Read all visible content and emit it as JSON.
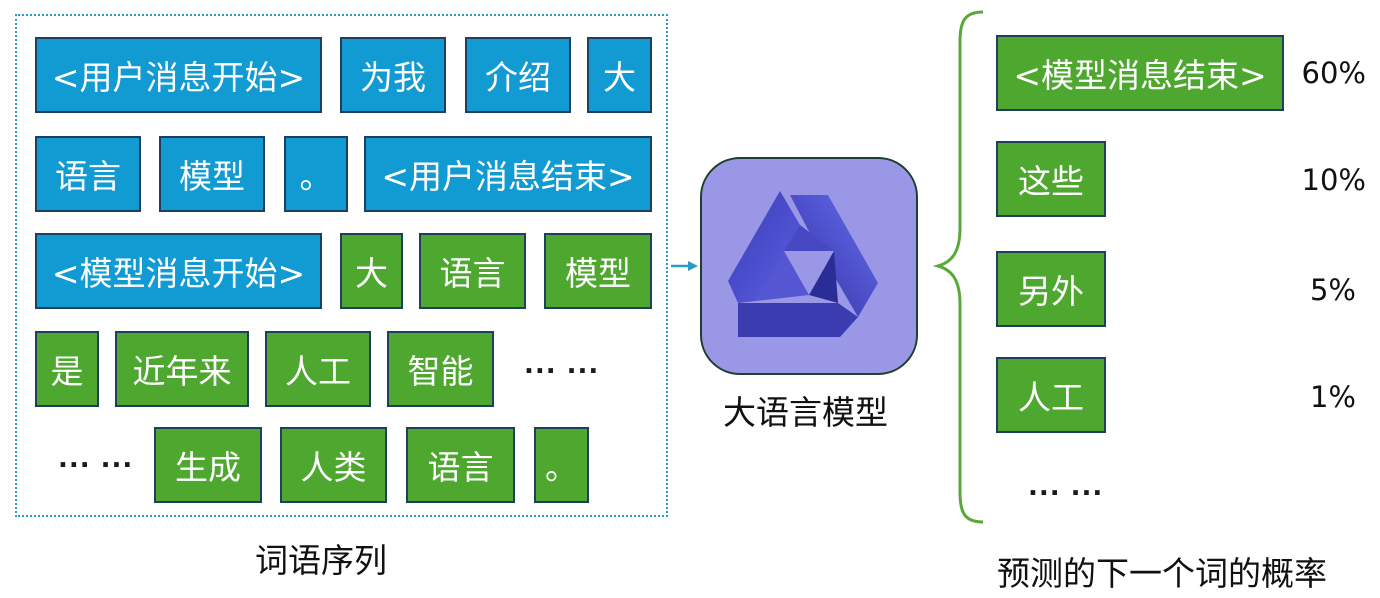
{
  "sequence": {
    "caption": "词语序列",
    "rows": [
      [
        "<用户消息开始>",
        "为我",
        "介绍",
        "大"
      ],
      [
        "语言",
        "模型",
        "。",
        "<用户消息结束>"
      ],
      [
        "<模型消息开始>",
        "大",
        "语言",
        "模型"
      ],
      [
        "是",
        "近年来",
        "人工",
        "智能"
      ],
      [
        "生成",
        "人类",
        "语言",
        "。"
      ]
    ],
    "row4_trailing_dots": "... ...",
    "row5_leading_dots": "... ...",
    "colors": {
      "input_token": "#129ad3",
      "generated_token": "#4ea72e",
      "border": "#2a9bc0"
    }
  },
  "model": {
    "label": "大语言模型",
    "icon": "qwen-logo-icon",
    "color": "#9a98e6"
  },
  "predictions": {
    "caption": "预测的下一个词的概率",
    "items": [
      {
        "token": "<模型消息结束>",
        "prob": "60%"
      },
      {
        "token": "这些",
        "prob": "10%"
      },
      {
        "token": "另外",
        "prob": "5%"
      },
      {
        "token": "人工",
        "prob": "1%"
      }
    ],
    "trailing_dots": "... ...",
    "color": "#4ea72e"
  }
}
